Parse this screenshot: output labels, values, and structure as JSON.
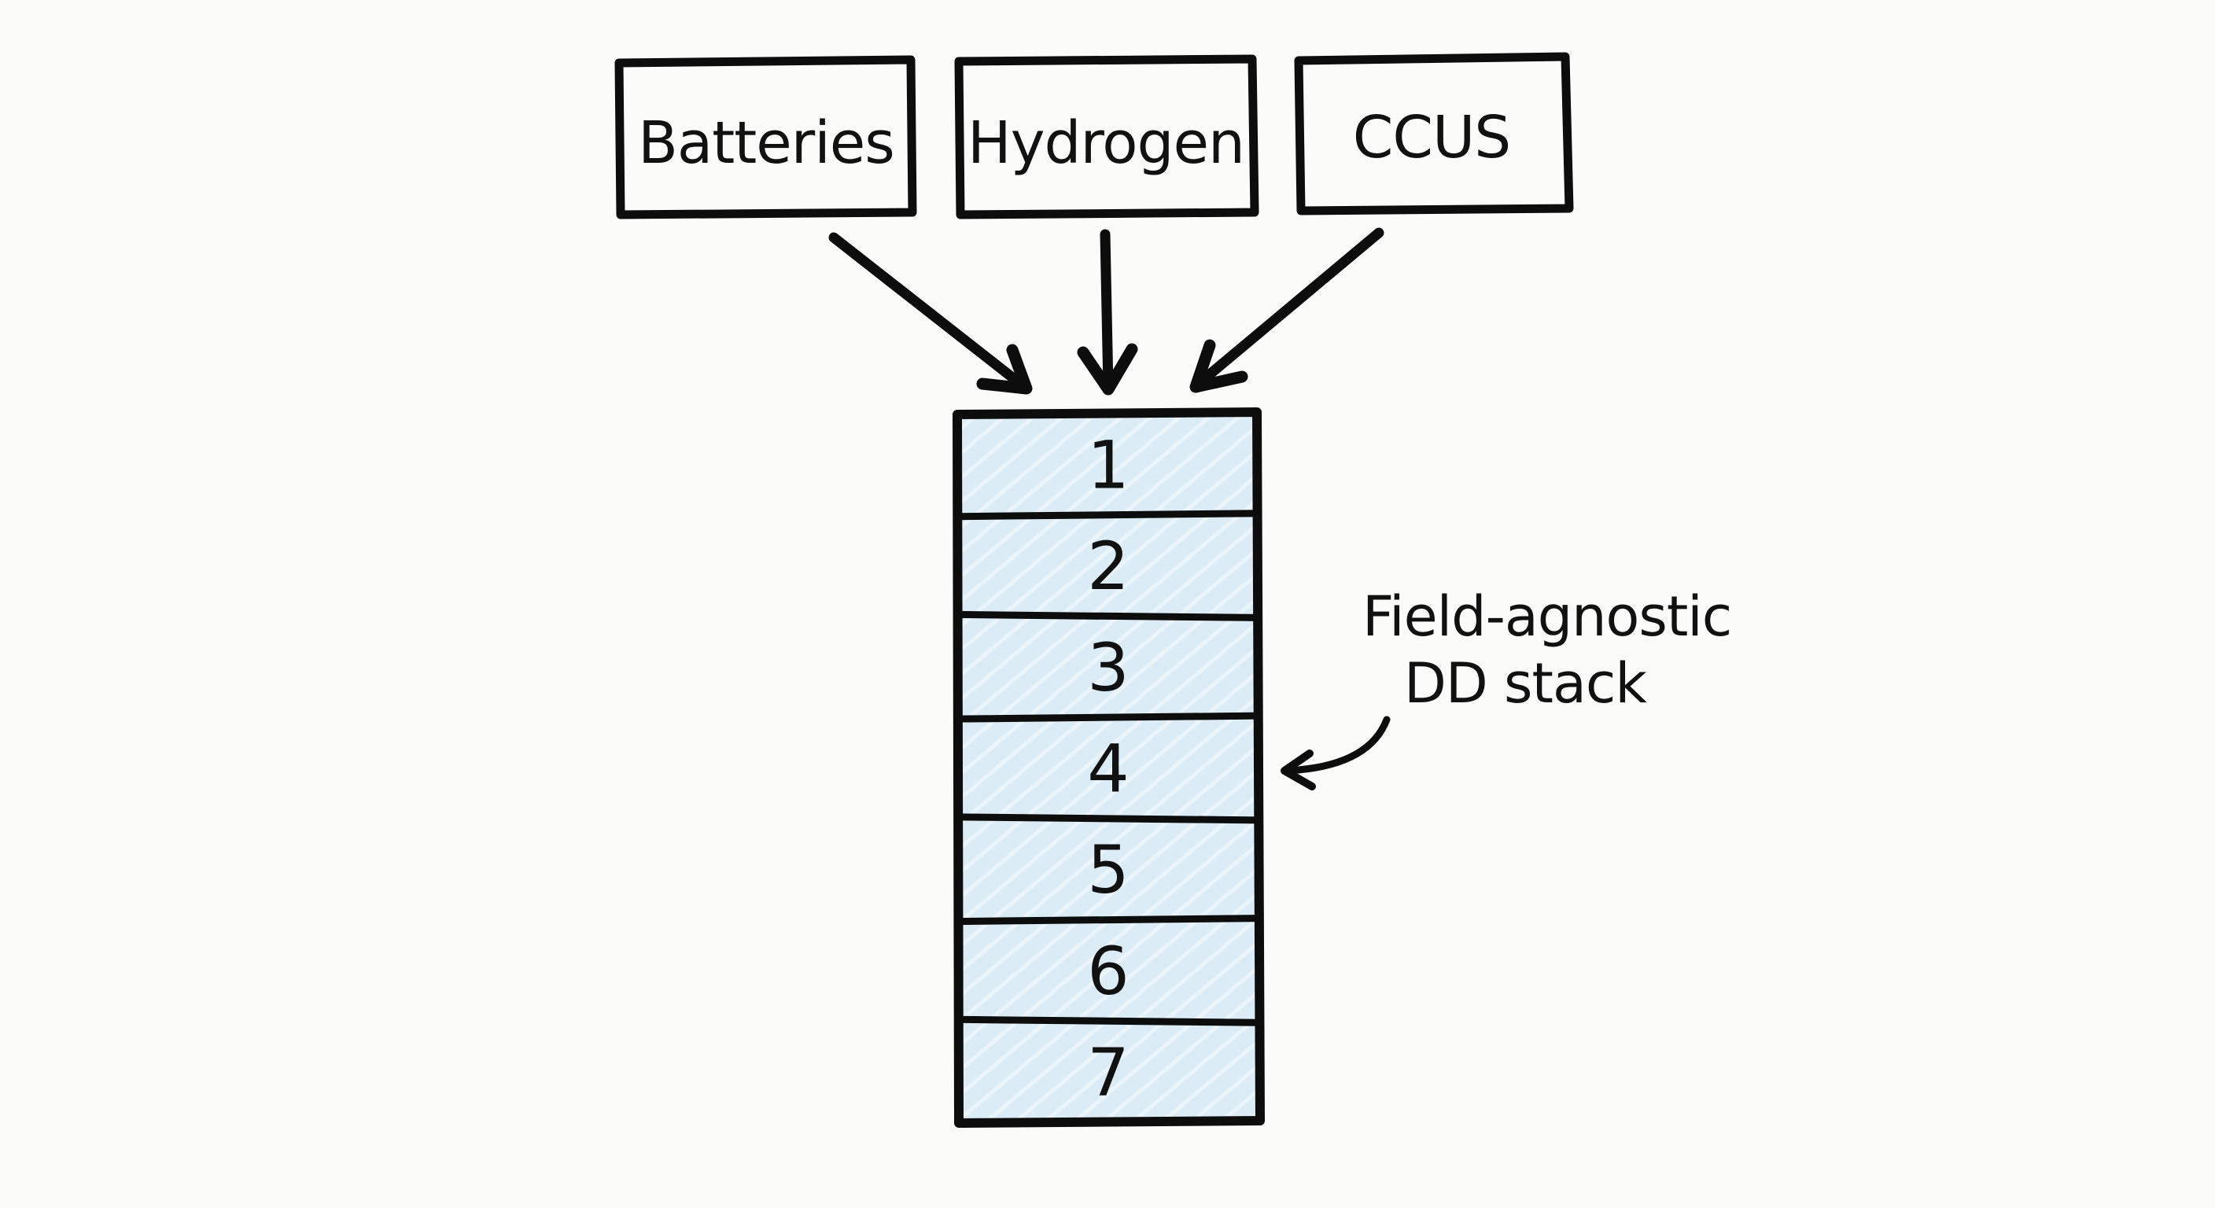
{
  "diagram": {
    "sources": [
      {
        "label": "Batteries"
      },
      {
        "label": "Hydrogen"
      },
      {
        "label": "CCUS"
      }
    ],
    "stack": {
      "layers": [
        "1",
        "2",
        "3",
        "4",
        "5",
        "6",
        "7"
      ]
    },
    "annotation": {
      "line1": "Field-agnostic",
      "line2": "DD stack"
    },
    "colors": {
      "background": "#fbfbf9",
      "source_fill": "#faf5d3",
      "stack_fill": "#dcecf6",
      "ink": "#0d0d0d"
    }
  }
}
